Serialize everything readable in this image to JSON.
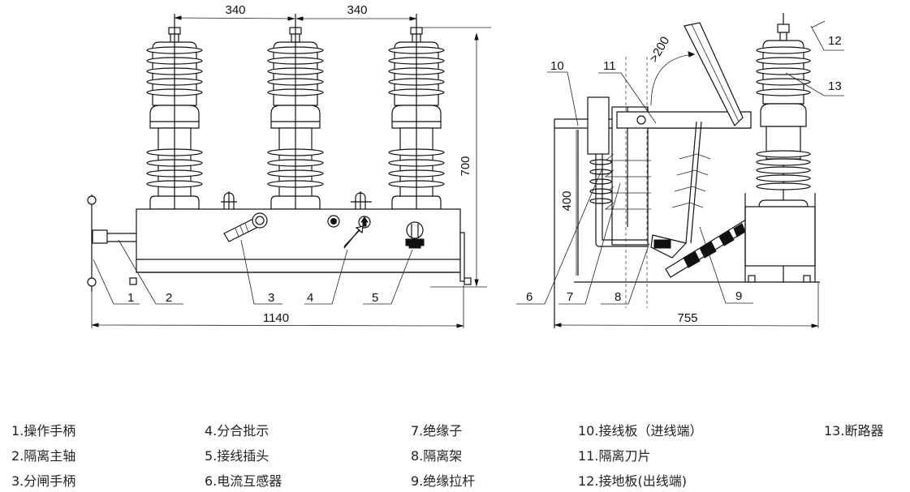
{
  "front_view": {
    "dimensions": {
      "phase_spacing_left": "340",
      "phase_spacing_right": "340",
      "height": "700",
      "width": "1140"
    },
    "callouts": [
      "1",
      "2",
      "3",
      "4",
      "5"
    ]
  },
  "side_view": {
    "dimensions": {
      "clearance": ">200",
      "height": "400",
      "depth": "755"
    },
    "callouts": [
      "6",
      "7",
      "8",
      "9",
      "10",
      "11",
      "12",
      "13"
    ]
  },
  "legend": [
    {
      "num": "1.",
      "text": "操作手柄"
    },
    {
      "num": "2.",
      "text": "隔离主轴"
    },
    {
      "num": "3.",
      "text": "分闸手柄"
    },
    {
      "num": "4.",
      "text": "分合批示"
    },
    {
      "num": "5.",
      "text": "接线插头"
    },
    {
      "num": "6.",
      "text": "电流互感器"
    },
    {
      "num": "7.",
      "text": "绝缘子"
    },
    {
      "num": "8.",
      "text": "隔离架"
    },
    {
      "num": "9.",
      "text": "绝缘拉杆"
    },
    {
      "num": "10.",
      "text": "接线板（进线端）"
    },
    {
      "num": "11.",
      "text": "隔离刀片"
    },
    {
      "num": "12.",
      "text": "接地板(出线端)"
    },
    {
      "num": "13.",
      "text": "断路器"
    }
  ]
}
